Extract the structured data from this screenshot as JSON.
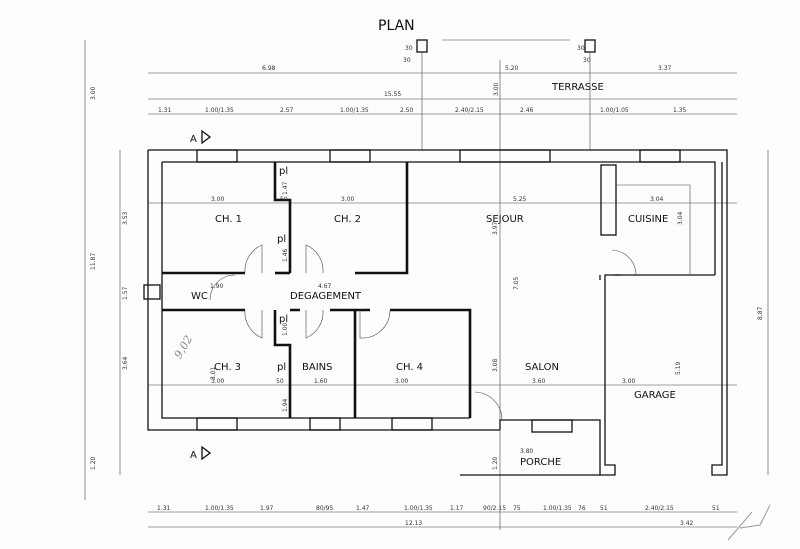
{
  "title": "PLAN",
  "rooms": {
    "terrasse": "TERRASSE",
    "ch1": "CH. 1",
    "ch2": "CH. 2",
    "sejour": "SEJOUR",
    "cuisine": "CUISINE",
    "wc": "WC",
    "degagement": "DEGAGEMENT",
    "ch3": "CH. 3",
    "bains": "BAINS",
    "ch4": "CH. 4",
    "salon": "SALON",
    "garage": "GARAGE",
    "porche": "PORCHE",
    "placard": "pl"
  },
  "section_marker": "A",
  "handwritten_note": "9,02",
  "dimensions": {
    "top_row1": [
      "6.98",
      "5.20",
      "3.37"
    ],
    "top_total": "15.55",
    "top_row2": [
      "1.31",
      "1.00/1.35",
      "2.57",
      "1.00/1.35",
      "2.50",
      "2.40/2.15",
      "2.46",
      "1.00/1.05",
      "1.35"
    ],
    "terrasse_depth": "3.00",
    "posts": [
      "30",
      "30",
      "30",
      "30"
    ],
    "left": [
      "3.00",
      "11.87",
      "3.53",
      "1.57",
      "3.64",
      "1.20"
    ],
    "right": [
      "8.87"
    ],
    "rooms": [
      "3.00",
      "3.00",
      "3.00",
      "3.00",
      "5.25",
      "3.04",
      "3.04",
      "3.97",
      "7.05",
      "3.08",
      "3.60",
      "3.00",
      "5.19",
      "1.60",
      "3.01",
      "1.47",
      "1.46",
      "1.00",
      "1.94",
      "50",
      "50",
      "1.90",
      "3.80",
      "1.20",
      "4.67"
    ],
    "bottom_row1": [
      "1.31",
      "1.00/1.35",
      "1.97",
      "80/95",
      "1.47",
      "1.00/1.35",
      "1.17",
      "90/2.15",
      "75",
      "1.00/1.35",
      "76",
      "51",
      "2.40/2.15",
      "51"
    ],
    "bottom_totals": [
      "12.13",
      "3.42"
    ]
  }
}
